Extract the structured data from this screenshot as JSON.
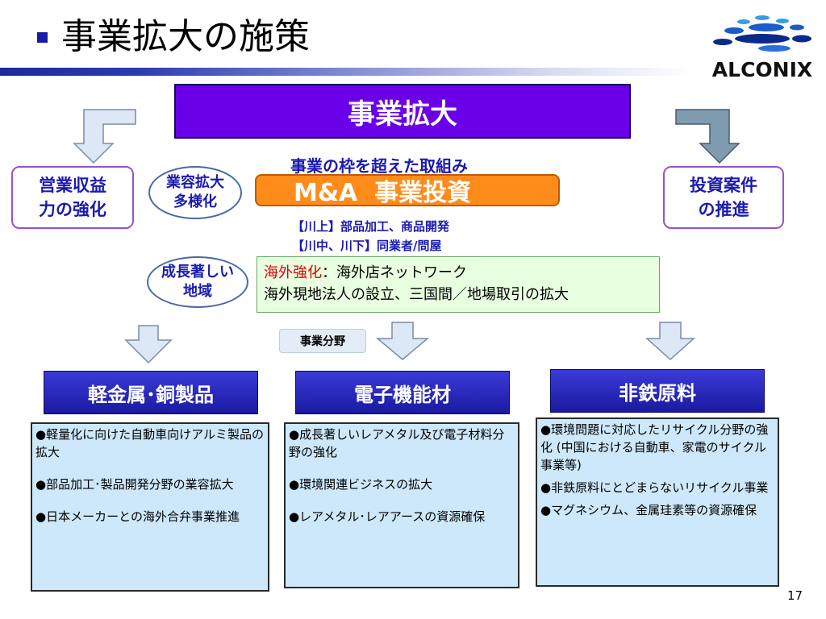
{
  "header": {
    "title": "事業拡大の施策",
    "logo_text": "ALCONIX"
  },
  "main": {
    "top_box": "事業拡大",
    "left_box": {
      "line1": "営業収益",
      "line2": "力の強化"
    },
    "right_box": {
      "line1": "投資案件",
      "line2": "の推進"
    },
    "oval_1": {
      "line1": "業容拡大",
      "line2": "多様化"
    },
    "oval_2": {
      "line1": "成長著しい",
      "line2": "地域"
    },
    "subtitle": "事業の枠を超えた取組み",
    "ma_box": "M&A  事業投資",
    "ma_notes": [
      "【川上】部品加工、商品開発",
      "【川中、川下】同業者/問屋"
    ],
    "overseas": {
      "highlight": "海外強化",
      "rest": "：海外店ネットワーク",
      "line2": "海外現地法人の設立、三国間／地場取引の拡大"
    },
    "business_tag": "事業分野"
  },
  "columns": [
    {
      "header": "軽金属･銅製品",
      "items": [
        "●軽量化に向けた自動車向けアルミ製品の拡大",
        "●部品加工･製品開発分野の業容拡大",
        "●日本メーカーとの海外合弁事業推進"
      ]
    },
    {
      "header": "電子機能材",
      "items": [
        "●成長著しいレアメタル及び電子材料分野の強化",
        "●環境関連ビジネスの拡大",
        "●レアメタル･レアアースの資源確保"
      ]
    },
    {
      "header": "非鉄原料",
      "items": [
        "●環境問題に対応したリサイクル分野の強化 (中国における自動車、家電のサイクル事業等)",
        "●非鉄原料にとどまらないリサイクル事業",
        "●マグネシウム、金属珪素等の資源確保"
      ]
    }
  ],
  "footer": {
    "page_number": "17"
  },
  "colors": {
    "title_bar_blue": "#1b2a9a",
    "top_box_purple": "#6a00e8",
    "ma_orange": "#ff8c1a",
    "label_blue": "#1a1ab0",
    "panel_light_blue": "#cde8fb",
    "overseas_red": "#e00000"
  }
}
